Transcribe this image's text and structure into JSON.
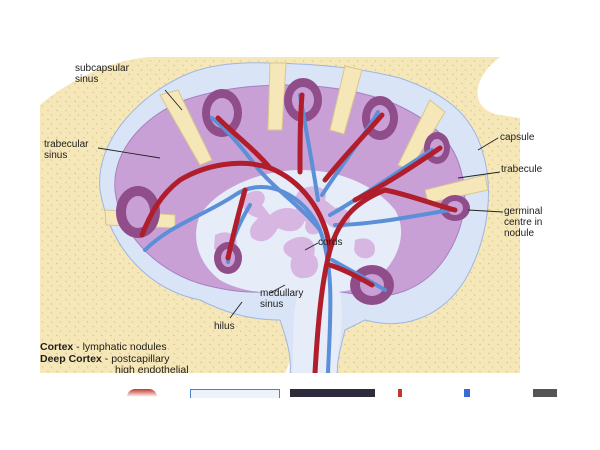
{
  "labels": {
    "subcapsular_sinus": [
      "subcapsular",
      "sinus"
    ],
    "trabecular_sinus": [
      "trabecular",
      "sinus"
    ],
    "capsule": "capsule",
    "trabecule": "trabecule",
    "germinal_centre": [
      "germinal",
      "centre in",
      "nodule"
    ],
    "cords": "cords",
    "medullary_sinus": [
      "medullary",
      "sinus"
    ],
    "hilus": "hilus"
  },
  "legend": {
    "cortex_term": "Cortex",
    "cortex_desc": " - lymphatic nodules",
    "deep_term": "Deep Cortex",
    "deep_desc": " - postcapillary",
    "deep_desc2": "high endothelial"
  },
  "colors": {
    "capsule": "#f6e7b8",
    "sinus": "#d9e4f6",
    "cortex": "#c9a0d6",
    "nodule": "#6e2a67",
    "artery": "#b01e2c",
    "vein": "#5b8fd8"
  }
}
